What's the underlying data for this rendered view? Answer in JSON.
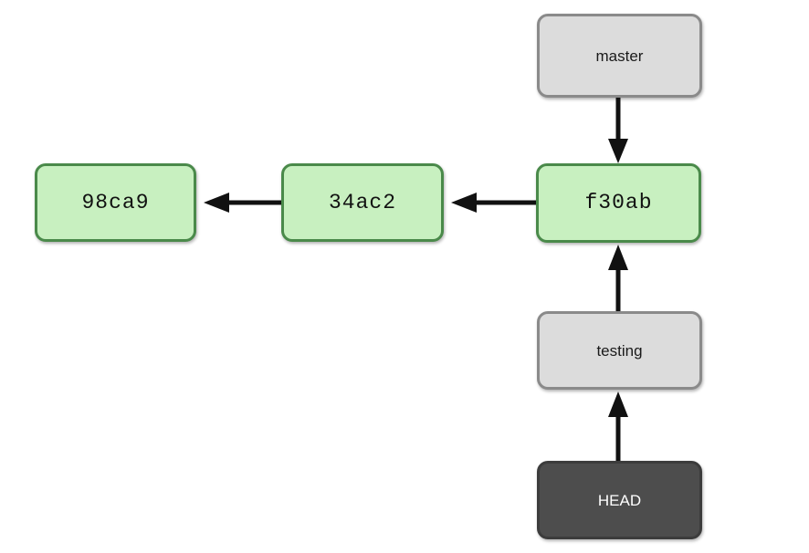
{
  "diagram": {
    "title": "git branch pointers diagram",
    "background_color": "#ffffff",
    "commit_fill": "#c8f0c0",
    "commit_border": "#4a8a4a",
    "ref_fill": "#dcdcdc",
    "ref_border": "#8a8a8a",
    "head_fill": "#4d4d4d",
    "head_text_color": "#ffffff",
    "arrow_color": "#111111"
  },
  "commits": [
    {
      "id": "98ca9",
      "label": "98ca9"
    },
    {
      "id": "34ac2",
      "label": "34ac2"
    },
    {
      "id": "f30ab",
      "label": "f30ab"
    }
  ],
  "branches": [
    {
      "id": "master",
      "label": "master",
      "points_to": "f30ab"
    },
    {
      "id": "testing",
      "label": "testing",
      "points_to": "f30ab"
    }
  ],
  "head": {
    "label": "HEAD",
    "points_to": "testing"
  },
  "edges": [
    {
      "from": "34ac2",
      "to": "98ca9",
      "direction": "left"
    },
    {
      "from": "f30ab",
      "to": "34ac2",
      "direction": "left"
    },
    {
      "from": "master",
      "to": "f30ab",
      "direction": "down"
    },
    {
      "from": "testing",
      "to": "f30ab",
      "direction": "up"
    },
    {
      "from": "HEAD",
      "to": "testing",
      "direction": "up"
    }
  ]
}
